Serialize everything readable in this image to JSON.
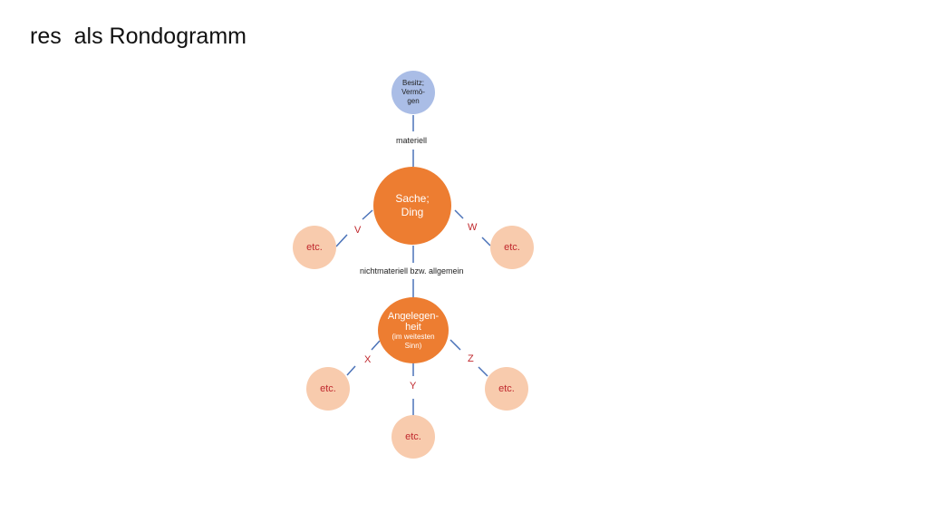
{
  "slide": {
    "title": "res  als Rondogramm"
  },
  "colors": {
    "line": "#4a72b8",
    "top_node": "#aabde6",
    "main_node": "#ed7d31",
    "etc_node": "#f8cbad",
    "letter": "#c0282d"
  },
  "nodes": {
    "top": {
      "line1": "Besitz;",
      "line2": "Vermö-",
      "line3": "gen"
    },
    "sache": {
      "line1": "Sache;",
      "line2": "Ding"
    },
    "angelegenheit": {
      "line1": "Angelegen-",
      "line2": "heit",
      "line3": "(im weitesten",
      "line4": "Sinn)"
    },
    "etc_label": "etc."
  },
  "edge_labels": {
    "materiell": "materiell",
    "nichtmateriell": "nichtmateriell bzw. allgemein"
  },
  "letters": {
    "v": "V",
    "w": "W",
    "x": "X",
    "y": "Y",
    "z": "Z"
  }
}
